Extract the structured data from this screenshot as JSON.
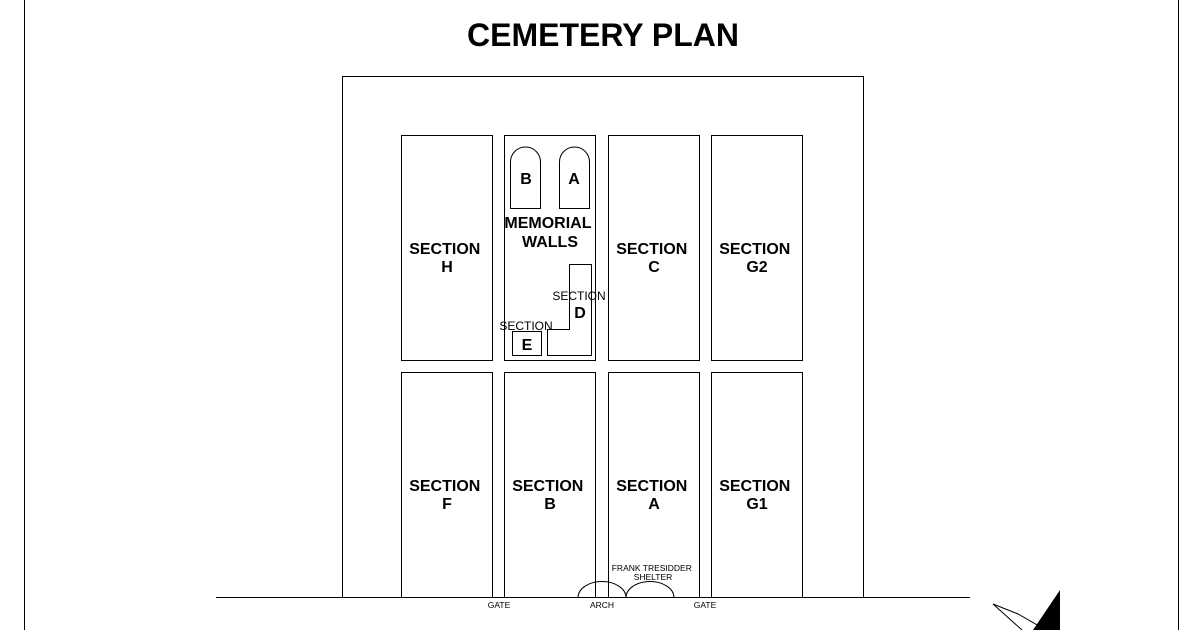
{
  "title": "CEMETERY PLAN",
  "sections": {
    "h": [
      "SECTION",
      "H"
    ],
    "c": [
      "SECTION",
      "C"
    ],
    "g2": [
      "SECTION",
      "G2"
    ],
    "f": [
      "SECTION",
      "F"
    ],
    "b": [
      "SECTION",
      "B"
    ],
    "a": [
      "SECTION",
      "A"
    ],
    "g1": [
      "SECTION",
      "G1"
    ],
    "d": [
      "SECTION",
      "D"
    ],
    "e": [
      "SECTION",
      "E"
    ]
  },
  "memorial_walls": {
    "label": [
      "MEMORIAL",
      "WALLS"
    ],
    "wall_b": "B",
    "wall_a": "A"
  },
  "shelter": [
    "FRANK TRESIDDER",
    "SHELTER"
  ],
  "gate_left": "GATE",
  "arch": "ARCH",
  "gate_right": "GATE"
}
